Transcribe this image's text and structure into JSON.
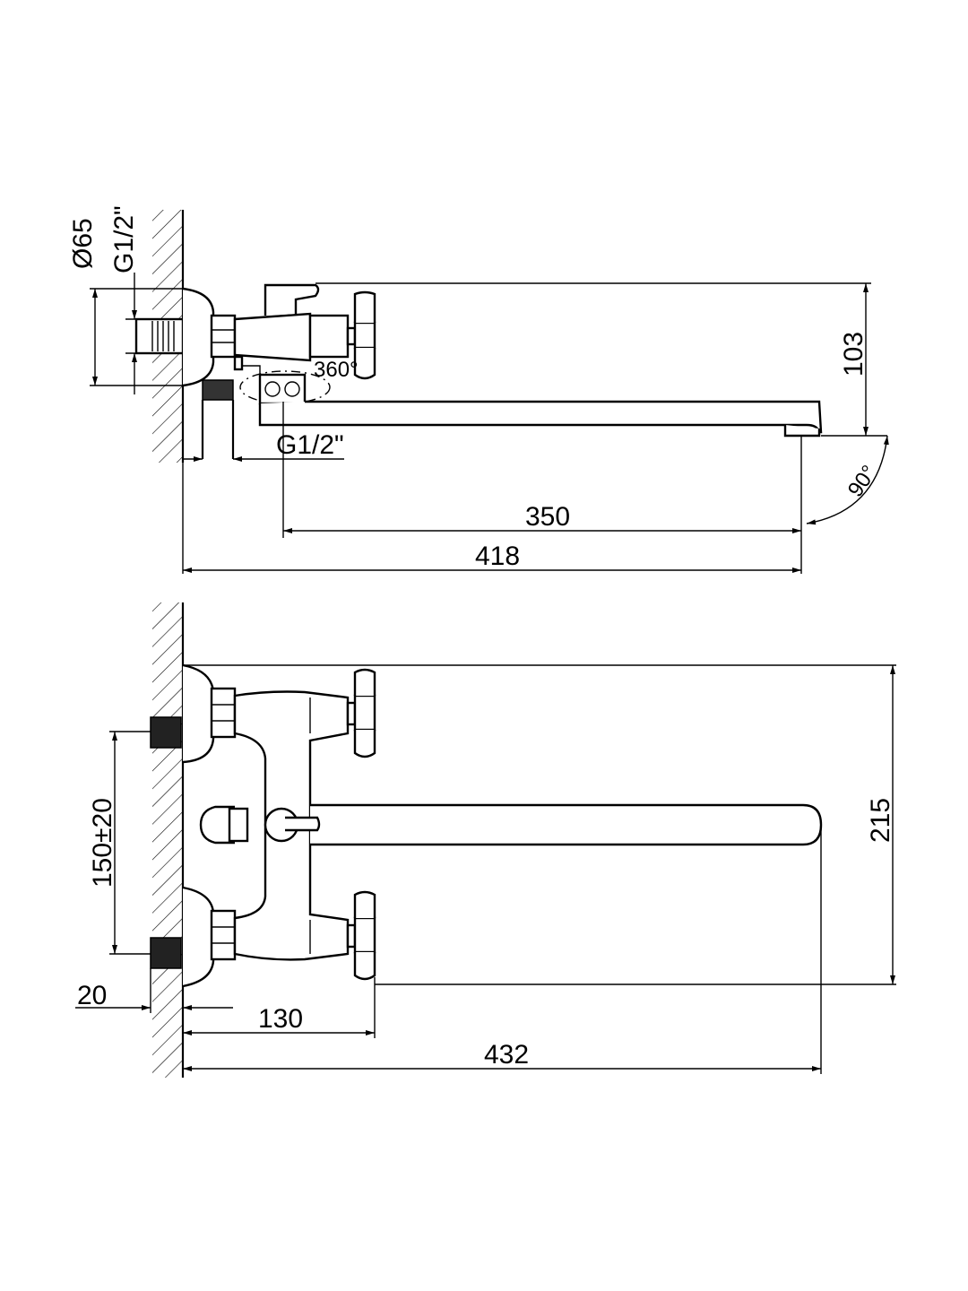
{
  "top_view": {
    "dim_diameter": "Ø65",
    "dim_thread_wall": "G1/2\"",
    "dim_rotation": "360°",
    "dim_thread_outlet": "G1/2\"",
    "dim_height": "103",
    "dim_angle": "90°",
    "dim_spout_length": "350",
    "dim_total_length": "418"
  },
  "front_view": {
    "dim_center_distance": "150±20",
    "dim_height": "215",
    "dim_wall_offset": "20",
    "dim_handle_depth": "130",
    "dim_total_length": "432"
  }
}
